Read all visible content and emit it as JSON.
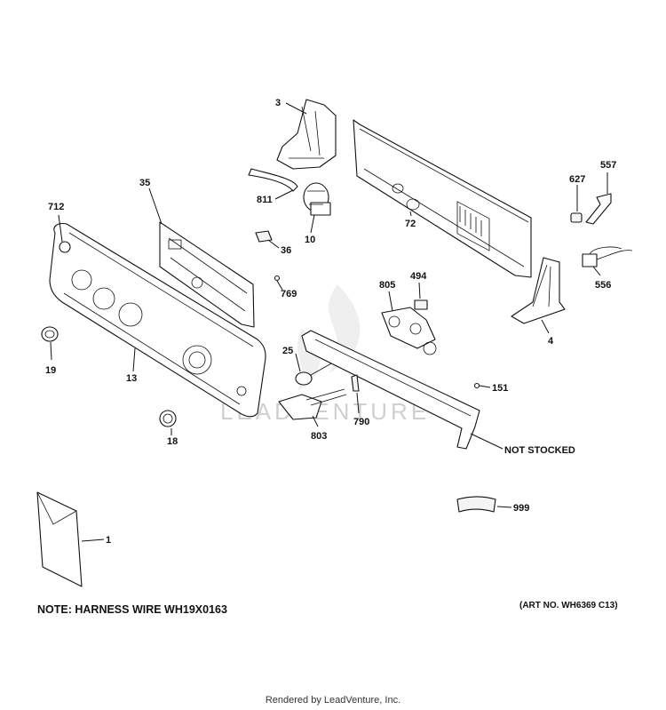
{
  "labels": {
    "p3": "3",
    "p811": "811",
    "p10": "10",
    "p72": "72",
    "p627": "627",
    "p557": "557",
    "p35": "35",
    "p712": "712",
    "p36": "36",
    "p769": "769",
    "p805": "805",
    "p494": "494",
    "p556": "556",
    "p4": "4",
    "p19": "19",
    "p13": "13",
    "p25": "25",
    "p151": "151",
    "p803": "803",
    "p790": "790",
    "p18": "18",
    "not_stocked": "NOT STOCKED",
    "p999": "999",
    "p1": "1"
  },
  "notes": {
    "harness": "NOTE: HARNESS WIRE WH19X0163",
    "art_no": "(ART NO. WH6369 C13)"
  },
  "watermark": "LEADVENTURE",
  "footer": "Rendered by LeadVenture, Inc."
}
